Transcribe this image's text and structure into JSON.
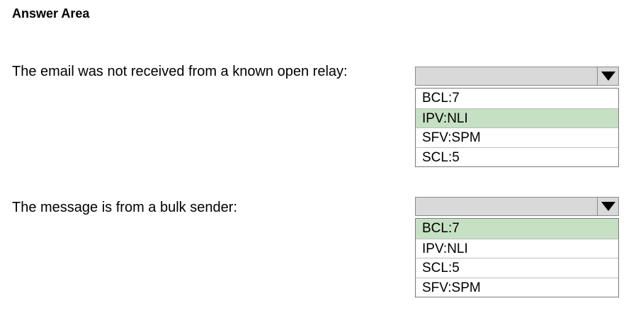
{
  "title": "Answer Area",
  "questions": [
    {
      "prompt": "The email was not received from a known open relay:",
      "options": [
        "BCL:7",
        "IPV:NLI",
        "SFV:SPM",
        "SCL:5"
      ],
      "selected": "IPV:NLI"
    },
    {
      "prompt": "The message is from a bulk sender:",
      "options": [
        "BCL:7",
        "IPV:NLI",
        "SCL:5",
        "SFV:SPM"
      ],
      "selected": "BCL:7"
    }
  ],
  "colors": {
    "selected_option": "#c6e0c4",
    "dropdown_header": "#d9d9d9"
  },
  "icons": {
    "dropdown_arrow": "triangle-down-icon"
  }
}
